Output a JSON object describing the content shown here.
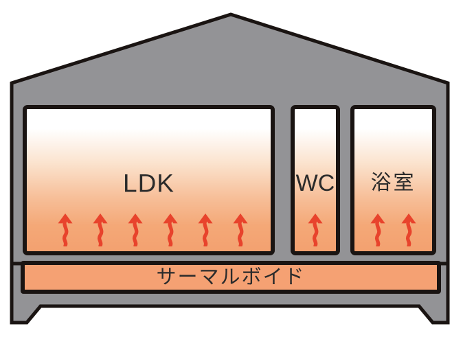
{
  "diagram": {
    "type": "house-cross-section-heating-diagram",
    "rooms": [
      {
        "id": "ldk",
        "label": "LDK",
        "heat_arrows": 6
      },
      {
        "id": "wc",
        "label": "WC",
        "heat_arrows": 1
      },
      {
        "id": "bathroom",
        "label": "浴室",
        "heat_arrows": 2
      }
    ],
    "floor": {
      "label": "サーマルボイド"
    },
    "icons": {
      "heat_arrow": "wavy-up-arrow-icon"
    },
    "colors": {
      "structure_gray": "#939396",
      "outline_black": "#1a1412",
      "thermal_orange": "#F5A173",
      "room_gradient_top": "#FFFFFF",
      "room_gradient_bottom": "#F3A170",
      "arrow_red": "#E8432C",
      "label_text": "#2B2B2B"
    }
  }
}
